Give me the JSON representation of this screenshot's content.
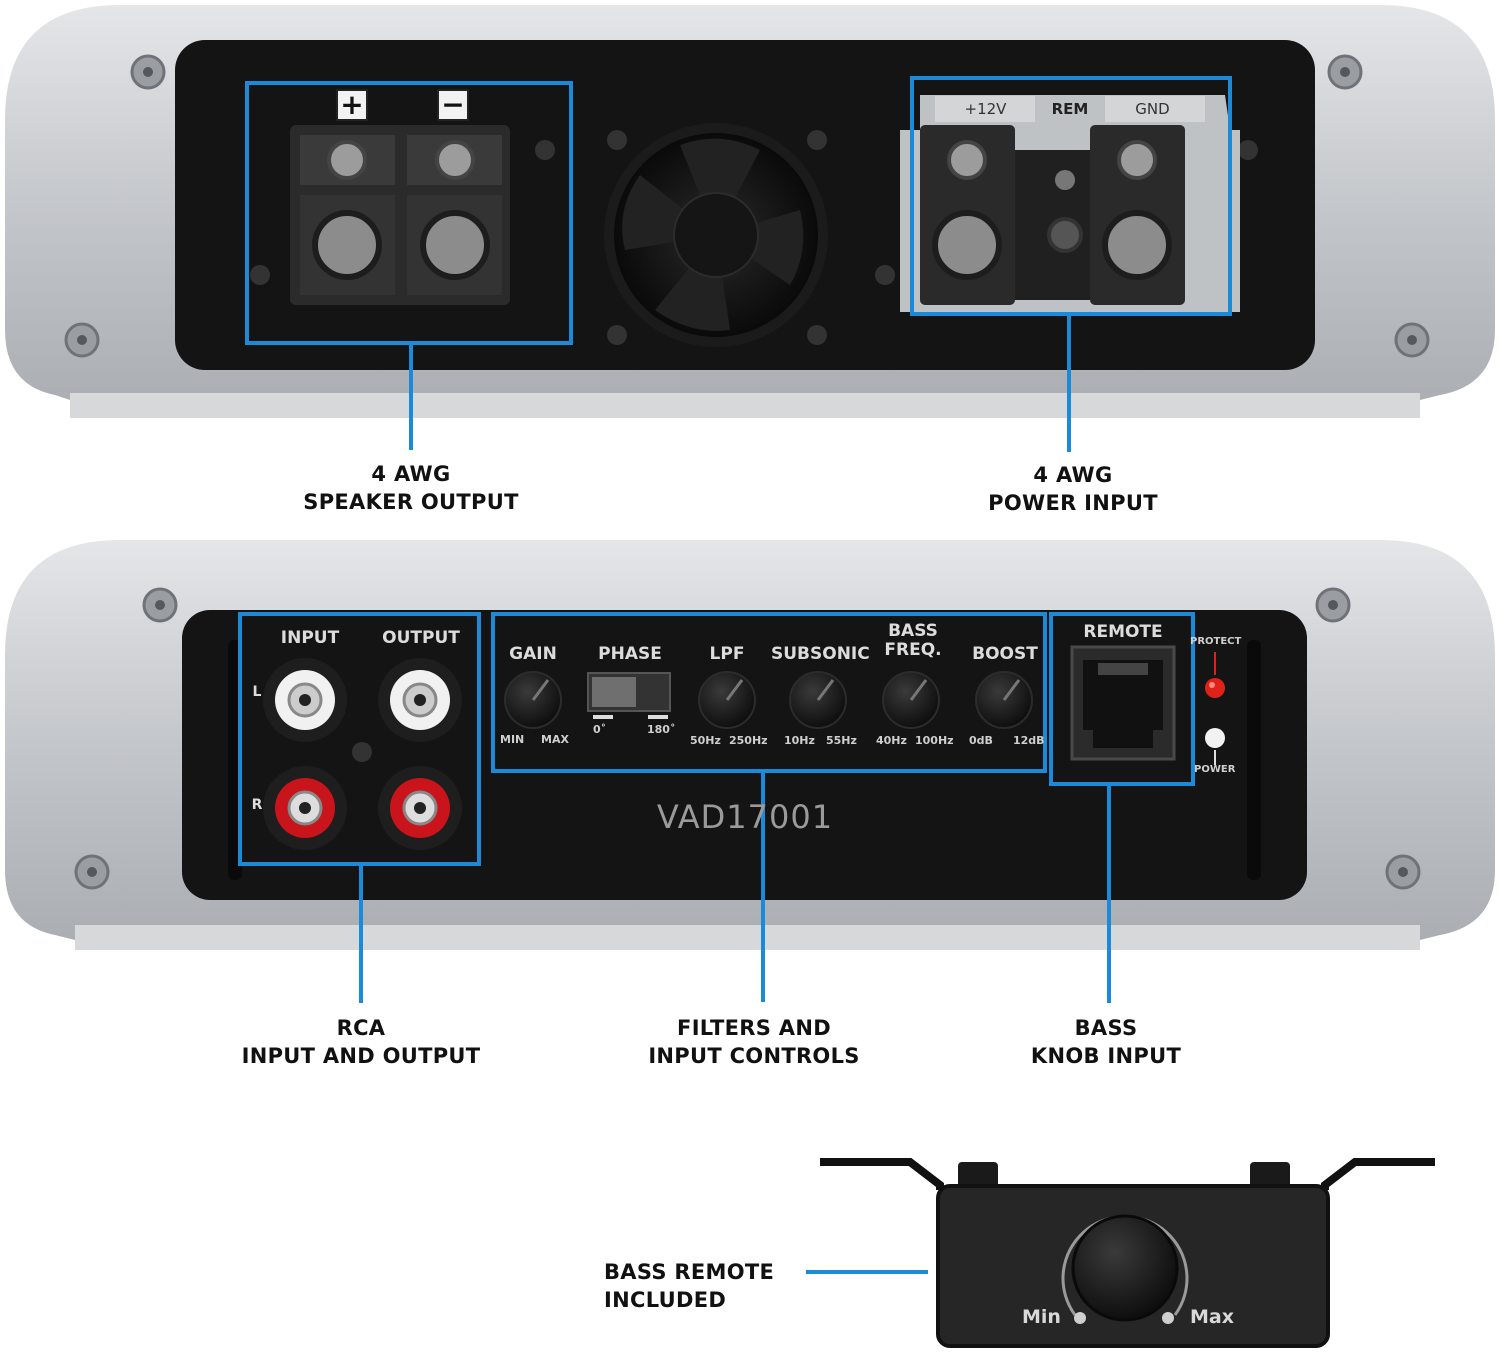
{
  "top_panel": {
    "speaker_plus_symbol": "+",
    "speaker_minus_symbol": "−",
    "power_labels": [
      "+12V",
      "REM",
      "GND"
    ]
  },
  "callouts": {
    "speaker_output": {
      "line1": "4 AWG",
      "line2": "SPEAKER OUTPUT"
    },
    "power_input": {
      "line1": "4 AWG",
      "line2": "POWER INPUT"
    },
    "rca": {
      "line1": "RCA",
      "line2": "INPUT AND OUTPUT"
    },
    "filters": {
      "line1": "FILTERS AND",
      "line2": "INPUT CONTROLS"
    },
    "bass_knob": {
      "line1": "BASS",
      "line2": "KNOB INPUT"
    },
    "bass_remote": {
      "line1": "BASS REMOTE",
      "line2": "INCLUDED"
    }
  },
  "bottom_panel": {
    "rca": {
      "input": "INPUT",
      "output": "OUTPUT",
      "left": "L",
      "right": "R"
    },
    "controls": [
      {
        "label1": "GAIN",
        "label2": "",
        "min": "MIN",
        "max": "MAX"
      },
      {
        "label1": "PHASE",
        "label2": "",
        "min": "0˚",
        "max": "180˚"
      },
      {
        "label1": "LPF",
        "label2": "",
        "min": "50Hz",
        "max": "250Hz"
      },
      {
        "label1": "SUBSONIC",
        "label2": "",
        "min": "10Hz",
        "max": "55Hz"
      },
      {
        "label1": "BASS",
        "label2": "FREQ.",
        "min": "40Hz",
        "max": "100Hz"
      },
      {
        "label1": "BOOST",
        "label2": "",
        "min": "0dB",
        "max": "12dB"
      }
    ],
    "remote_label": "REMOTE",
    "protect_label": "PROTECT",
    "power_label": "POWER",
    "model": "VAD17001"
  },
  "remote_unit": {
    "min": "Min",
    "max": "Max"
  },
  "colors": {
    "accent": "#1a8ad9",
    "chassis": "#c9ccd0",
    "panel": "#141414",
    "rca_red": "#c8141a"
  }
}
